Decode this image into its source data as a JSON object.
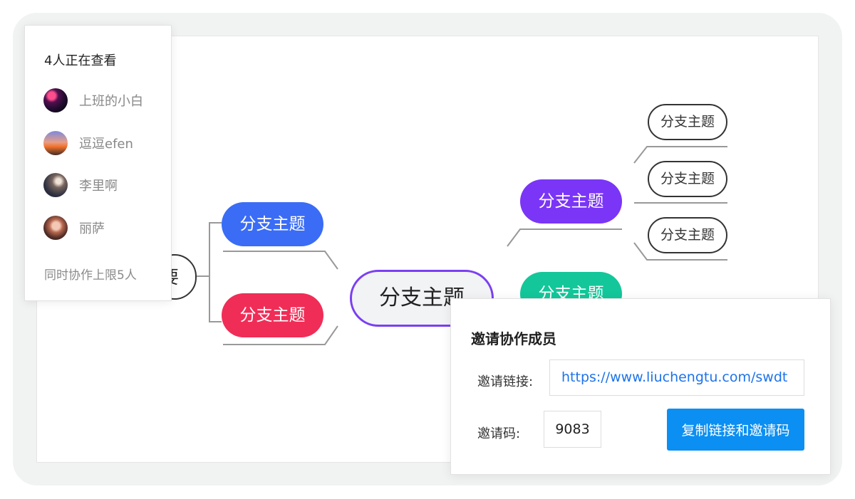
{
  "viewers": {
    "title": "4人正在查看",
    "people": [
      {
        "name": "上班的小白"
      },
      {
        "name": "逗逗efen"
      },
      {
        "name": "李里啊"
      },
      {
        "name": "丽萨"
      }
    ],
    "limit_text": "同时协作上限5人"
  },
  "mindmap": {
    "central_topic": "分支主题",
    "left_stub_text": "要",
    "left_branches": [
      {
        "label": "分支主题",
        "color": "#3a6cf6"
      },
      {
        "label": "分支主题",
        "color": "#f02d57"
      }
    ],
    "right_branches": [
      {
        "label": "分支主题",
        "color": "#7a35f7"
      },
      {
        "label": "分支主题",
        "color": "#13c79a"
      }
    ],
    "right_outline_topics": [
      {
        "label": "分支主题"
      },
      {
        "label": "分支主题"
      },
      {
        "label": "分支主题"
      }
    ]
  },
  "invite": {
    "title": "邀请协作成员",
    "link_label": "邀请链接:",
    "link_value": "https://www.liuchengtu.com/swdt",
    "code_label": "邀请码:",
    "code_value": "9083",
    "copy_button_label": "复制链接和邀请码"
  },
  "colors": {
    "central_border": "#7b3ff2",
    "primary_button": "#0b8ff2",
    "link_text": "#1d73ea"
  }
}
